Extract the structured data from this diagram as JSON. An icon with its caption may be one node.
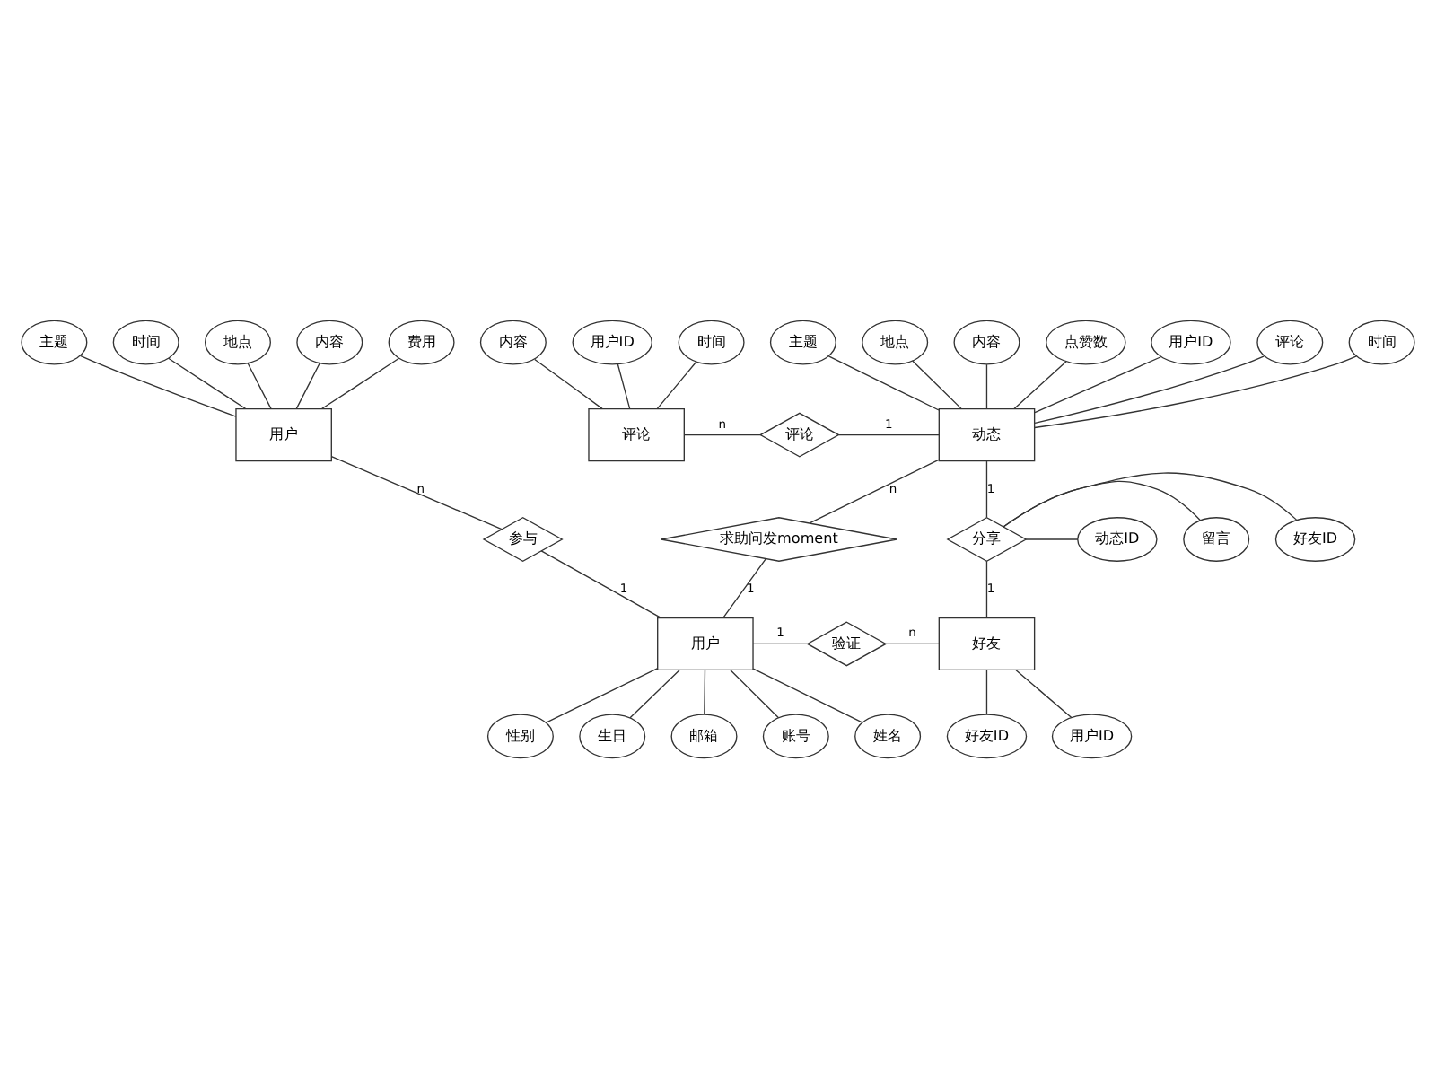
{
  "diagram": {
    "nodes": [
      {
        "text": [
          "用户"
        ]
      },
      {
        "text": [
          "主题"
        ]
      },
      {
        "text": [
          "时间"
        ]
      },
      {
        "text": [
          "地点"
        ]
      },
      {
        "text": [
          "内容"
        ]
      },
      {
        "text": [
          "费用"
        ]
      },
      {
        "text": [
          "评论"
        ]
      },
      {
        "text": [
          "用户ID"
        ]
      },
      {
        "text": [
          "时间"
        ]
      },
      {
        "text": [
          "内容"
        ]
      },
      {
        "text": [
          "评论"
        ]
      },
      {
        "text": [
          "动态"
        ]
      },
      {
        "text": [
          "时间"
        ]
      },
      {
        "text": [
          "主题"
        ]
      },
      {
        "text": [
          "地点"
        ]
      },
      {
        "text": [
          "内容"
        ]
      },
      {
        "text": [
          "点赞数"
        ]
      },
      {
        "text": [
          "用户ID"
        ]
      },
      {
        "text": [
          "评论"
        ]
      },
      {
        "text": [
          "参与"
        ]
      },
      {
        "text": [
          "求助问发moment"
        ]
      },
      {
        "text": [
          "分享"
        ]
      },
      {
        "text": [
          "动态ID"
        ]
      },
      {
        "text": [
          "好友ID"
        ]
      },
      {
        "text": [
          "留言"
        ]
      },
      {
        "text": [
          "用户"
        ]
      },
      {
        "text": [
          "账号"
        ]
      },
      {
        "text": [
          "姓名"
        ]
      },
      {
        "text": [
          "性别"
        ]
      },
      {
        "text": [
          "生日"
        ]
      },
      {
        "text": [
          "邮箱"
        ]
      },
      {
        "text": [
          "验证"
        ]
      },
      {
        "text": [
          "好友"
        ]
      },
      {
        "text": [
          "用户ID"
        ]
      },
      {
        "text": [
          "好友ID"
        ]
      }
    ],
    "edges": [
      {
        "from": 1,
        "to": 0,
        "arrow": "none"
      },
      {
        "from": 2,
        "to": 0,
        "arrow": "none"
      },
      {
        "from": 3,
        "to": 0,
        "arrow": "none"
      },
      {
        "from": 4,
        "to": 0,
        "arrow": "none"
      },
      {
        "from": 5,
        "to": 0,
        "arrow": "none"
      },
      {
        "from": 7,
        "to": 6,
        "arrow": "none"
      },
      {
        "from": 8,
        "to": 6,
        "arrow": "none"
      },
      {
        "from": 9,
        "to": 6,
        "arrow": "none"
      },
      {
        "from": 6,
        "to": 10,
        "arrow": "none",
        "label": "n"
      },
      {
        "from": 10,
        "to": 11,
        "arrow": "none",
        "label": "1"
      },
      {
        "from": 12,
        "to": 11,
        "arrow": "none"
      },
      {
        "from": 13,
        "to": 11,
        "arrow": "none"
      },
      {
        "from": 14,
        "to": 11,
        "arrow": "none"
      },
      {
        "from": 15,
        "to": 11,
        "arrow": "none"
      },
      {
        "from": 16,
        "to": 11,
        "arrow": "none"
      },
      {
        "from": 17,
        "to": 11,
        "arrow": "none"
      },
      {
        "from": 18,
        "to": 11,
        "arrow": "none"
      },
      {
        "from": 0,
        "to": 19,
        "arrow": "none",
        "label": "n"
      },
      {
        "from": 19,
        "to": 25,
        "arrow": "none",
        "label": "1"
      },
      {
        "from": 11,
        "to": 20,
        "arrow": "none",
        "label": "n"
      },
      {
        "from": 20,
        "to": 25,
        "arrow": "none",
        "label": "1"
      },
      {
        "from": 11,
        "to": 21,
        "arrow": "none",
        "label": "1"
      },
      {
        "from": 21,
        "to": 32,
        "arrow": "none",
        "label": "1"
      },
      {
        "from": 21,
        "to": 22,
        "arrow": "none"
      },
      {
        "from": 21,
        "to": 23,
        "arrow": "none"
      },
      {
        "from": 21,
        "to": 24,
        "arrow": "none"
      },
      {
        "from": 26,
        "to": 25,
        "arrow": "none"
      },
      {
        "from": 27,
        "to": 25,
        "arrow": "none"
      },
      {
        "from": 28,
        "to": 25,
        "arrow": "none"
      },
      {
        "from": 29,
        "to": 25,
        "arrow": "none"
      },
      {
        "from": 30,
        "to": 25,
        "arrow": "none"
      },
      {
        "from": 25,
        "to": 31,
        "arrow": "none",
        "label": "1"
      },
      {
        "from": 31,
        "to": 32,
        "arrow": "none",
        "label": "n"
      },
      {
        "from": 32,
        "to": 33,
        "arrow": "none"
      },
      {
        "from": 32,
        "to": 34,
        "arrow": "none"
      }
    ]
  }
}
